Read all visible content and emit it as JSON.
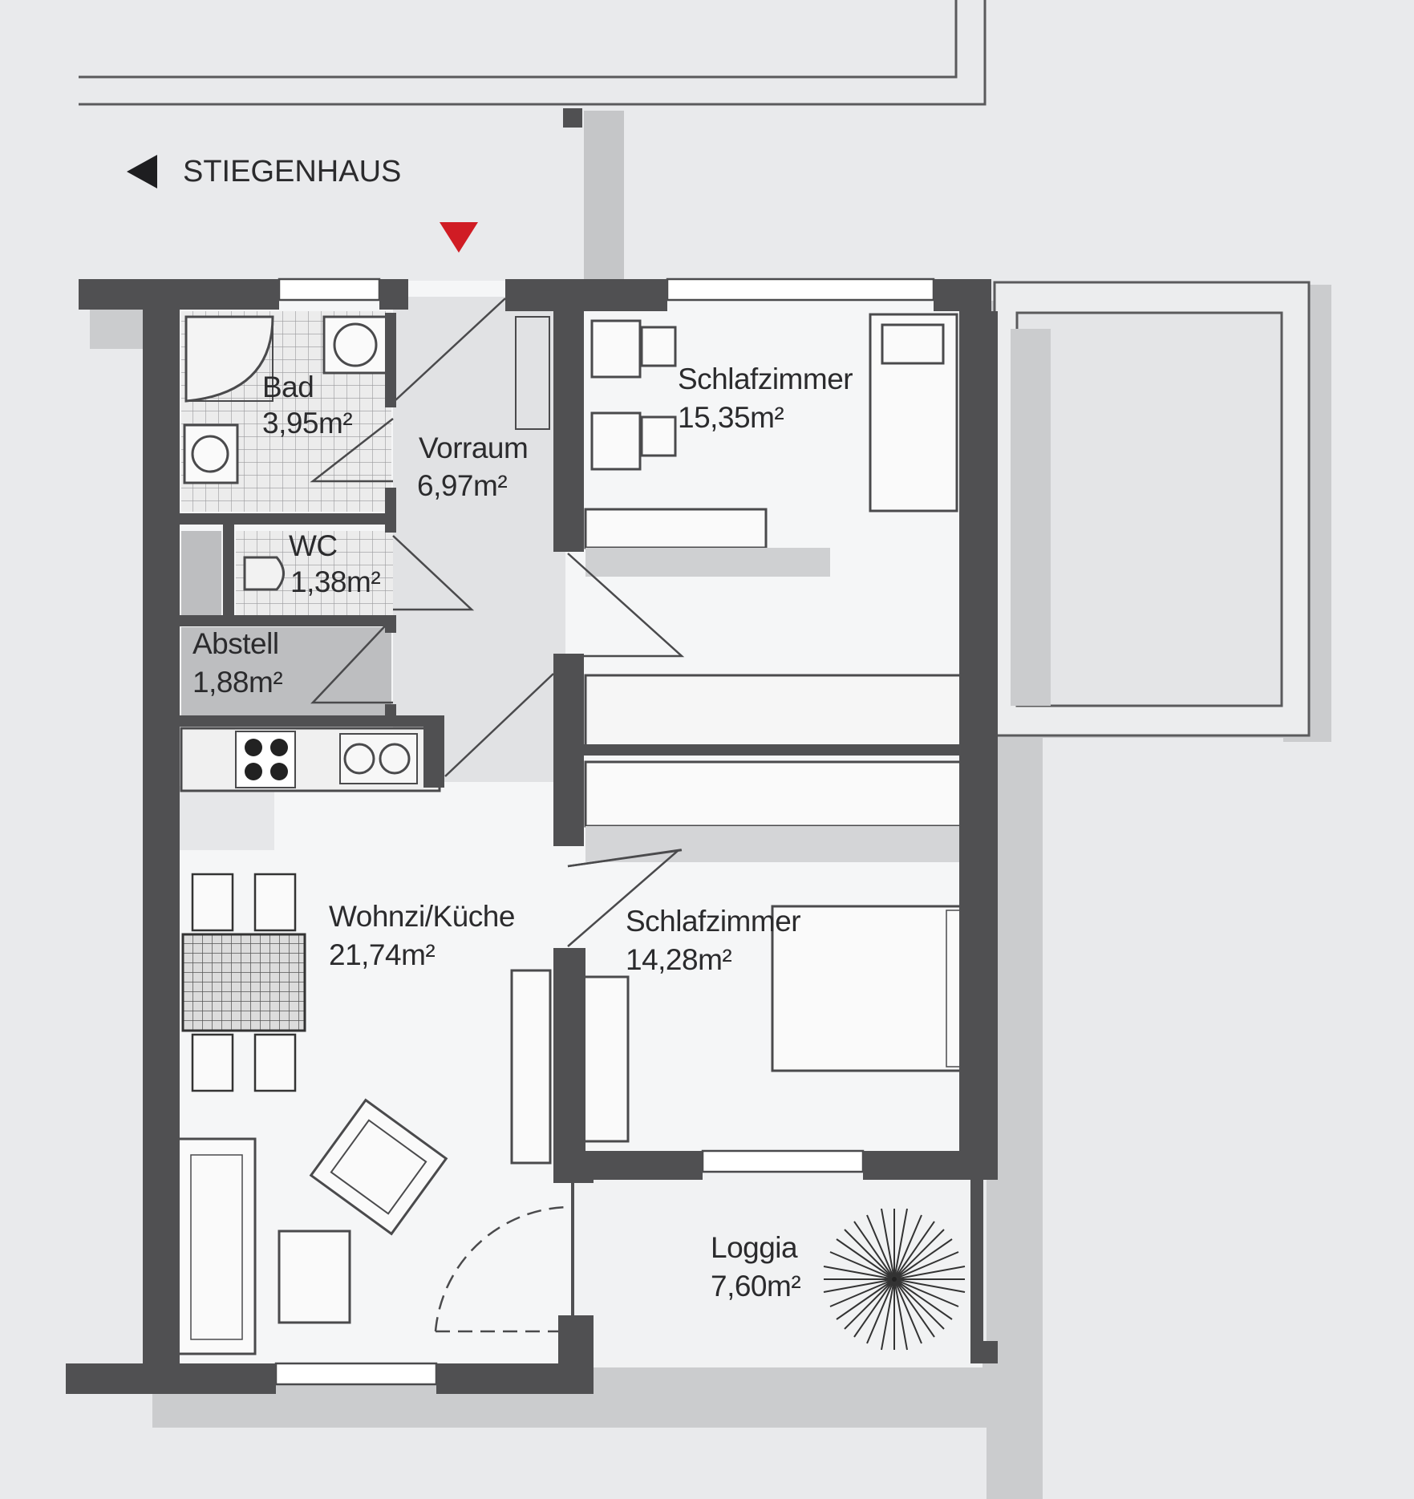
{
  "labels": {
    "stairwell": "STIEGENHAUS",
    "bath_name": "Bad",
    "bath_area": "3,95m²",
    "hall_name": "Vorraum",
    "hall_area": "6,97m²",
    "wc_name": "WC",
    "wc_area": "1,38m²",
    "storage_name": "Abstell",
    "storage_area": "1,88m²",
    "bed1_name": "Schlafzimmer",
    "bed1_area": "15,35m²",
    "living_name": "Wohnzi/Küche",
    "living_area": "21,74m²",
    "bed2_name": "Schlafzimmer",
    "bed2_area": "14,28m²",
    "loggia_name": "Loggia",
    "loggia_area": "7,60m²"
  },
  "colors": {
    "paper": "#e9eaec",
    "wall": "#505052",
    "floor": "#f4f5f6",
    "shadow": "#c9cacc",
    "line": "#4a4a4c",
    "marker": "#d01c24"
  }
}
